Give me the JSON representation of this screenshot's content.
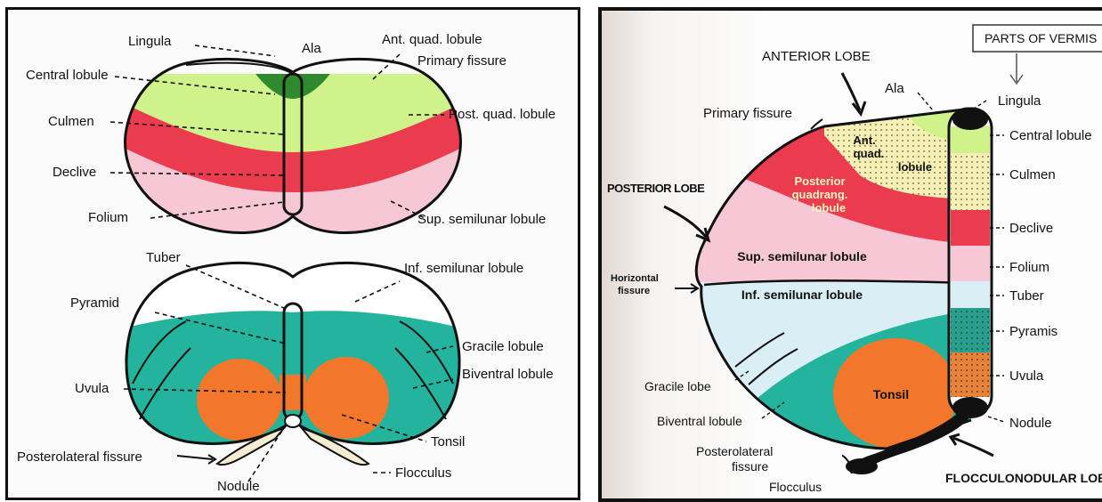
{
  "left": {
    "top_labels": {
      "lingula": "Lingula",
      "ala": "Ala",
      "ant_quad": "Ant. quad. lobule",
      "primary_fissure": "Primary fissure",
      "central_lobule": "Central lobule",
      "post_quad": "Post. quad. lobule",
      "culmen": "Culmen",
      "declive": "Declive",
      "folium": "Folium",
      "sup_semilunar": "Sup. semilunar lobule"
    },
    "bottom_labels": {
      "tuber": "Tuber",
      "inf_semilunar": "Inf. semilunar lobule",
      "pyramid": "Pyramid",
      "gracile": "Gracile lobule",
      "biventral": "Biventral lobule",
      "uvula": "Uvula",
      "tonsil": "Tonsil",
      "posterolateral": "Posterolateral fissure",
      "nodule": "Nodule",
      "flocculus": "Flocculus"
    }
  },
  "right": {
    "parts_of_vermis": "PARTS OF VERMIS",
    "anterior_lobe": "ANTERIOR LOBE",
    "posterior_lobe": "POSTERIOR LOBE",
    "flocculonodular": "FLOCCULONODULAR LOBE",
    "ala": "Ala",
    "lingula": "Lingula",
    "primary_fissure": "Primary fissure",
    "central_lobule": "Central lobule",
    "culmen": "Culmen",
    "declive": "Declive",
    "folium": "Folium",
    "tuber": "Tuber",
    "pyramis": "Pyramis",
    "uvula": "Uvula",
    "nodule": "Nodule",
    "horizontal_fissure_1": "Horizontal",
    "horizontal_fissure_2": "fissure",
    "gracile_lobe": "Gracile lobe",
    "biventral_lobule": "Biventral lobule",
    "posterolateral_1": "Posterolateral",
    "posterolateral_2": "fissure",
    "flocculus": "Flocculus",
    "inner_ant_1": "Ant.",
    "inner_ant_2": "quad.",
    "inner_ant_3": "lobule",
    "inner_post_1": "Posterior",
    "inner_post_2": "quadrang.",
    "inner_post_3": "lobule",
    "inner_sup": "Sup. semilunar lobule",
    "inner_inf": "Inf. semilunar lobule",
    "inner_tonsil": "Tonsil"
  },
  "colors": {
    "light_green": "#cff28a",
    "dark_green": "#2f8a2f",
    "red": "#ea3b4f",
    "pink": "#f6c8d6",
    "teal": "#24b39d",
    "orange": "#f3772a",
    "cream": "#f6f0b6",
    "light_blue": "#d9eef5"
  }
}
